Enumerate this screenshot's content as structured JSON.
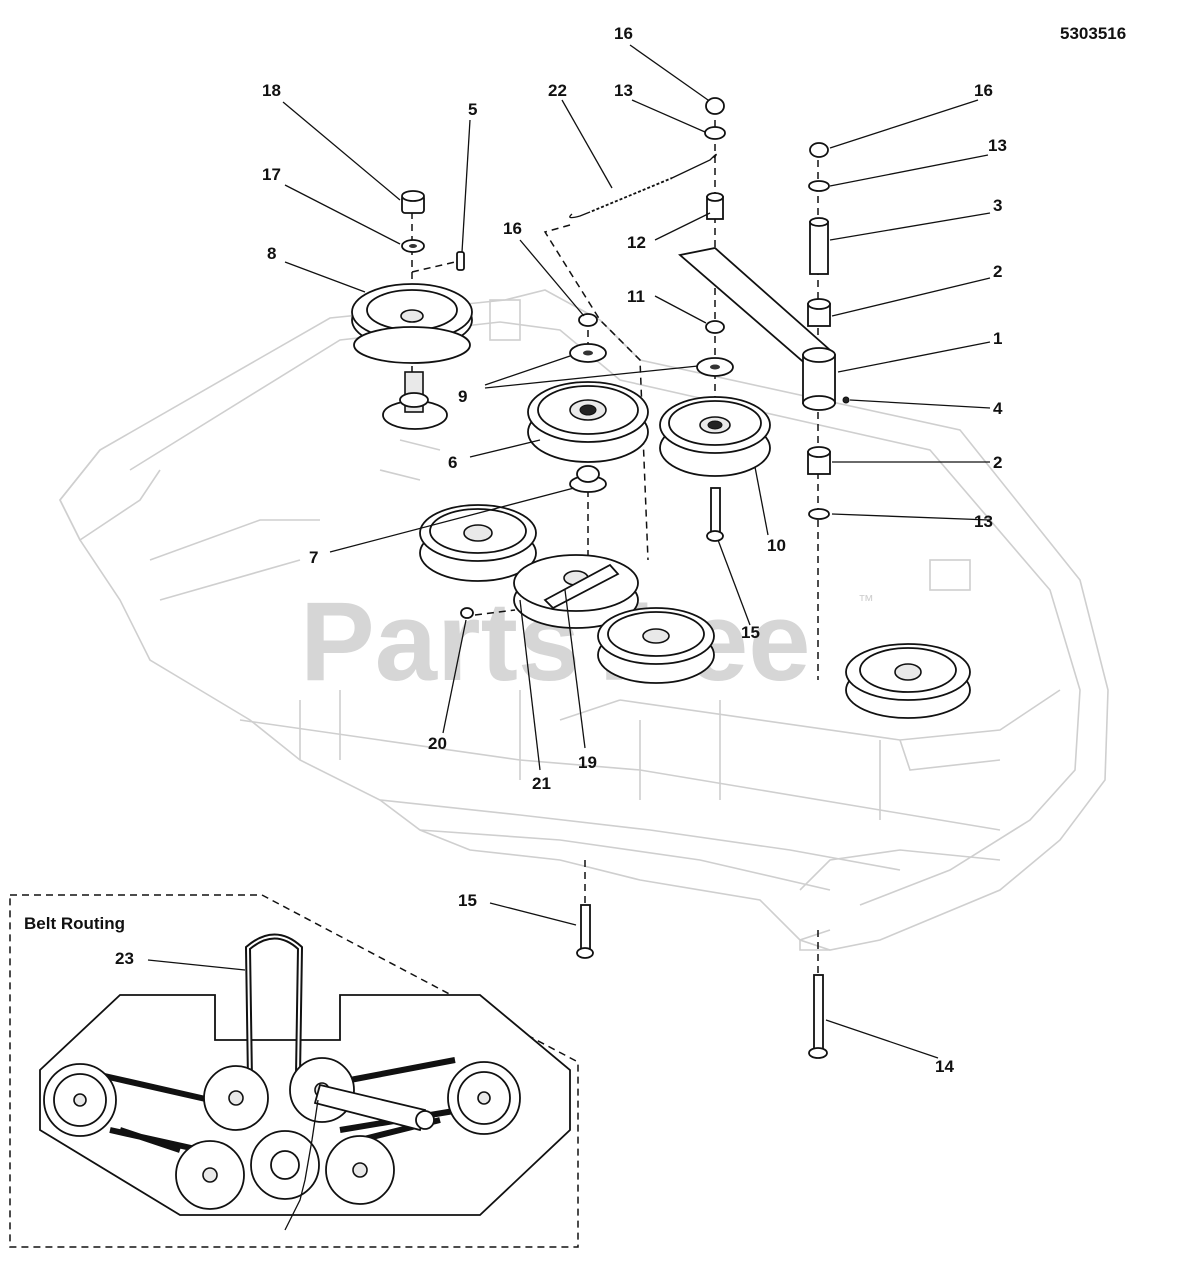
{
  "document_number": "5303516",
  "watermark": "PartsTree",
  "watermark_mark": "™",
  "inset": {
    "title": "Belt Routing"
  },
  "callouts": [
    {
      "id": "c16a",
      "label": "16"
    },
    {
      "id": "c13a",
      "label": "13"
    },
    {
      "id": "c22",
      "label": "22"
    },
    {
      "id": "c18",
      "label": "18"
    },
    {
      "id": "c5",
      "label": "5"
    },
    {
      "id": "c16b",
      "label": "16"
    },
    {
      "id": "c13b",
      "label": "13"
    },
    {
      "id": "c17",
      "label": "17"
    },
    {
      "id": "c3",
      "label": "3"
    },
    {
      "id": "c8",
      "label": "8"
    },
    {
      "id": "c16c",
      "label": "16"
    },
    {
      "id": "c12",
      "label": "12"
    },
    {
      "id": "c2a",
      "label": "2"
    },
    {
      "id": "c11",
      "label": "11"
    },
    {
      "id": "c1",
      "label": "1"
    },
    {
      "id": "c9",
      "label": "9"
    },
    {
      "id": "c4",
      "label": "4"
    },
    {
      "id": "c6",
      "label": "6"
    },
    {
      "id": "c2b",
      "label": "2"
    },
    {
      "id": "c13c",
      "label": "13"
    },
    {
      "id": "c10",
      "label": "10"
    },
    {
      "id": "c7",
      "label": "7"
    },
    {
      "id": "c15a",
      "label": "15"
    },
    {
      "id": "c20",
      "label": "20"
    },
    {
      "id": "c19",
      "label": "19"
    },
    {
      "id": "c21",
      "label": "21"
    },
    {
      "id": "c15b",
      "label": "15"
    },
    {
      "id": "c23",
      "label": "23"
    },
    {
      "id": "c14",
      "label": "14"
    }
  ]
}
